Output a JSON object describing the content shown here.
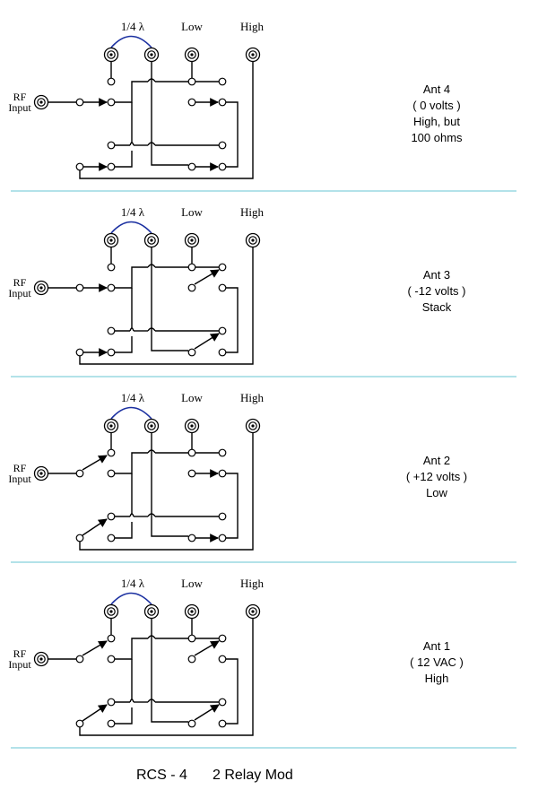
{
  "labels": {
    "quarter_wave": "1/4 λ",
    "low": "Low",
    "high": "High",
    "rf_line1": "RF",
    "rf_line2": "Input"
  },
  "panels": [
    {
      "id": "ant4",
      "antenna": "Ant 4",
      "voltage": "( 0 volts )",
      "desc_lines": [
        "High, but",
        "100 ohms"
      ],
      "relay1_energized": false,
      "relay2_energized": false
    },
    {
      "id": "ant3",
      "antenna": "Ant 3",
      "voltage": "( -12 volts )",
      "desc_lines": [
        "Stack"
      ],
      "relay1_energized": false,
      "relay2_energized": true
    },
    {
      "id": "ant2",
      "antenna": "Ant 2",
      "voltage": "( +12 volts )",
      "desc_lines": [
        "Low"
      ],
      "relay1_energized": true,
      "relay2_energized": false
    },
    {
      "id": "ant1",
      "antenna": "Ant 1",
      "voltage": "( 12 VAC )",
      "desc_lines": [
        "High"
      ],
      "relay1_energized": true,
      "relay2_energized": true
    }
  ],
  "footer": {
    "model": "RCS - 4",
    "mod": "2 Relay Mod"
  }
}
